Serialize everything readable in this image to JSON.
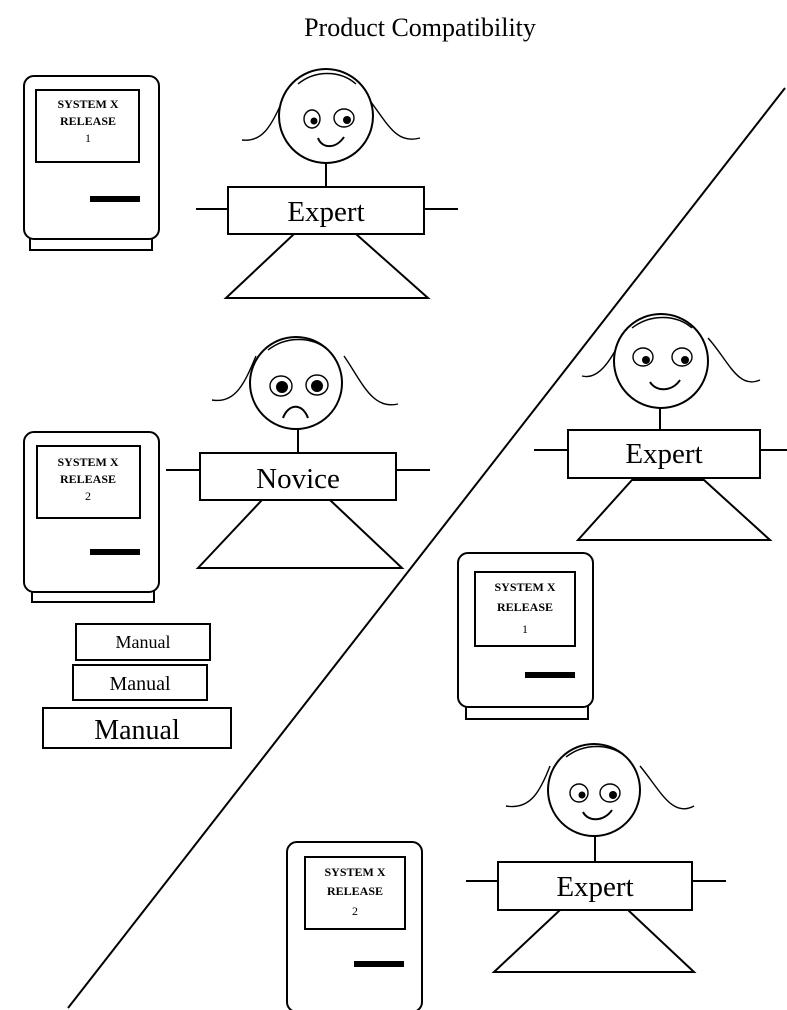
{
  "title": "Product Compatibility",
  "computers": [
    {
      "line1": "SYSTEM X",
      "line2": "RELEASE",
      "line3": "1"
    },
    {
      "line1": "SYSTEM X",
      "line2": "RELEASE",
      "line3": "2"
    },
    {
      "line1": "SYSTEM X",
      "line2": "RELEASE",
      "line3": "1"
    },
    {
      "line1": "SYSTEM X",
      "line2": "RELEASE",
      "line3": "2"
    }
  ],
  "figures": [
    {
      "label": "Expert",
      "mood": "happy"
    },
    {
      "label": "Novice",
      "mood": "sad"
    },
    {
      "label": "Expert",
      "mood": "happy"
    },
    {
      "label": "Expert",
      "mood": "happy"
    }
  ],
  "manuals": [
    "Manual",
    "Manual",
    "Manual"
  ]
}
